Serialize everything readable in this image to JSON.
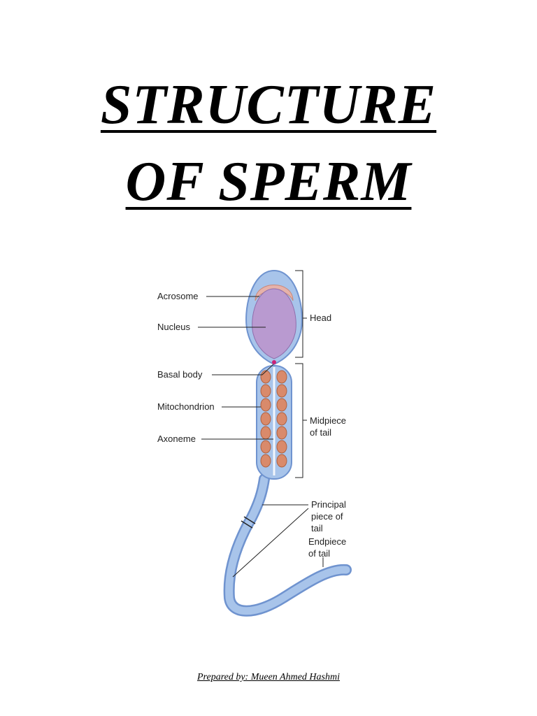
{
  "document": {
    "title_line1": "STRUCTURE",
    "title_line2": "OF SPERM",
    "footer": "Prepared by: Mueen Ahmed Hashmi"
  },
  "diagram": {
    "labels": {
      "acrosome": "Acrosome",
      "nucleus": "Nucleus",
      "basal_body": "Basal body",
      "mitochondrion": "Mitochondrion",
      "axoneme": "Axoneme",
      "head": "Head",
      "midpiece_1": "Midpiece",
      "midpiece_2": "of tail",
      "principal_1": "Principal",
      "principal_2": "piece of",
      "principal_3": "tail",
      "endpiece_1": "Endpiece",
      "endpiece_2": "of tail"
    },
    "colors": {
      "membrane": "#a8c4ea",
      "membrane_edge": "#6f93cf",
      "nucleus": "#b99ad0",
      "acrosome": "#e6b2aa",
      "mitochondrion": "#d98a6b",
      "basal_body": "#cc2277"
    }
  }
}
